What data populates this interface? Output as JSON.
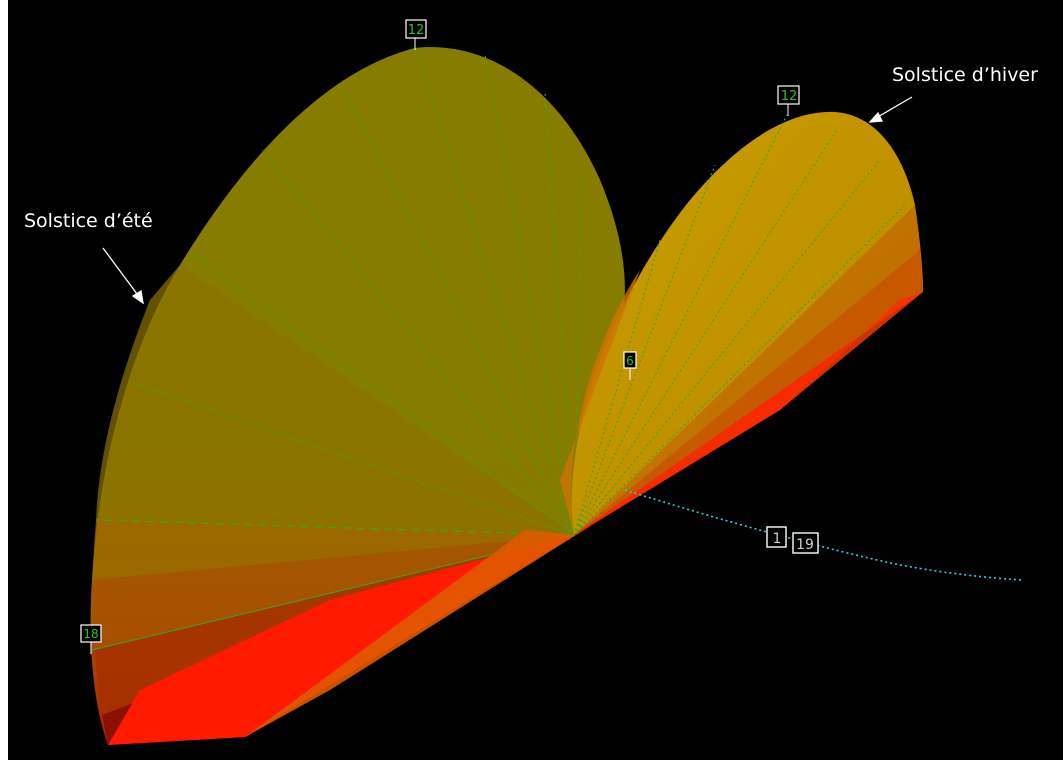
{
  "annotations": {
    "summer_solstice": "Solstice d’été",
    "winter_solstice": "Solstice d’hiver"
  },
  "hour_markers": {
    "summer_noon": "12",
    "winter_noon": "12",
    "summer_evening": "18",
    "center_marker": "6",
    "axis_marker_a": "1",
    "axis_marker_b": "19"
  },
  "colors": {
    "background": "#000000",
    "summer_fan": "#8a7f00",
    "winter_fan": "#c9a000",
    "low_sun": "#ff1a00",
    "hour_lines": "#3aa81e",
    "horizon_line": "#2fd1d1",
    "marker_text": "#27c227",
    "annotation_text": "#ffffff"
  }
}
